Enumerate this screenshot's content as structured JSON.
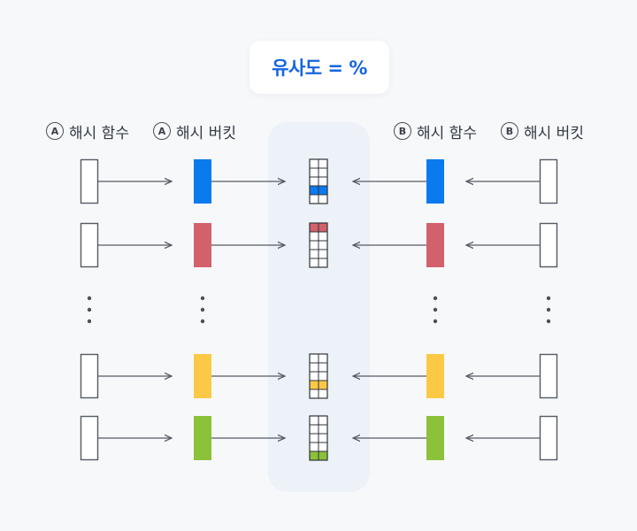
{
  "title": "유사도 = %",
  "labels": [
    {
      "badge": "A",
      "text": "해시 함수"
    },
    {
      "badge": "A",
      "text": "해시 버킷"
    },
    {
      "badge": "B",
      "text": "해시 함수"
    },
    {
      "badge": "B",
      "text": "해시 버킷"
    }
  ],
  "rows": [
    {
      "color": "#0a7bef",
      "highlight_cell": 3
    },
    {
      "color": "#d2616b",
      "highlight_cell": 0
    },
    {
      "color": "#fcc947",
      "highlight_cell": 3
    },
    {
      "color": "#8cc13a",
      "highlight_cell": 4
    }
  ],
  "colors": {
    "title": "#1565e0",
    "center_panel": "#edf1f8",
    "line": "#555b63",
    "background": "#f7f8fa"
  }
}
